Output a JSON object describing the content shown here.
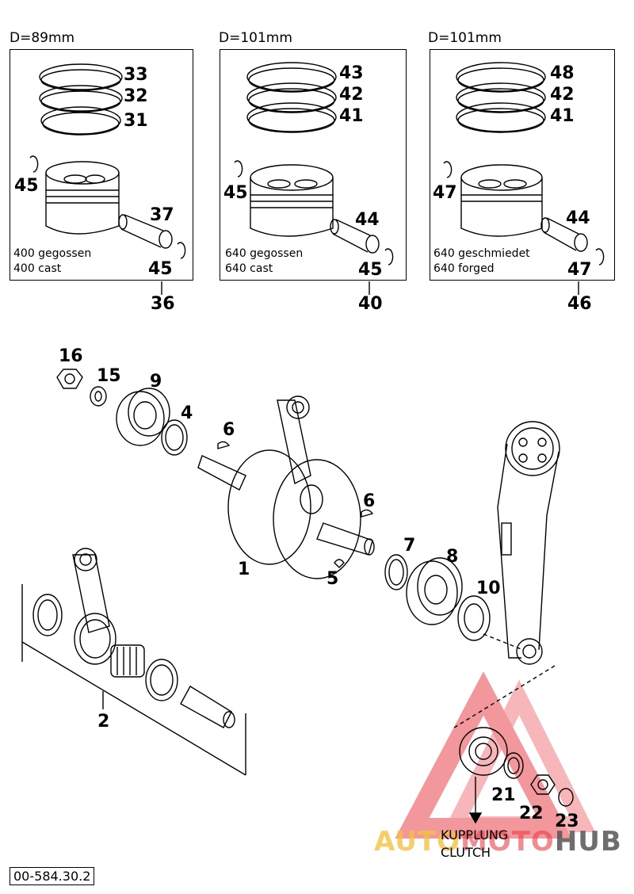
{
  "ref_code": "00-584.30.2",
  "kits": [
    {
      "dimension": "D=89mm",
      "label_de": "400 gegossen",
      "label_en": "400 cast",
      "rings": [
        "33",
        "32",
        "31"
      ],
      "clip": "45",
      "pin": "37",
      "clip2": "45",
      "kit_no": "36"
    },
    {
      "dimension": "D=101mm",
      "label_de": "640 gegossen",
      "label_en": "640 cast",
      "rings": [
        "43",
        "42",
        "41"
      ],
      "clip": "45",
      "pin": "44",
      "clip2": "45",
      "kit_no": "40"
    },
    {
      "dimension": "D=101mm",
      "label_de": "640 geschmiedet",
      "label_en": "640 forged",
      "rings": [
        "48",
        "42",
        "41"
      ],
      "clip": "47",
      "pin": "44",
      "clip2": "47",
      "kit_no": "46"
    }
  ],
  "parts": {
    "p16": "16",
    "p15": "15",
    "p9": "9",
    "p4": "4",
    "p6a": "6",
    "p6b": "6",
    "p1": "1",
    "p5": "5",
    "p7": "7",
    "p8": "8",
    "p10": "10",
    "p2": "2",
    "p21": "21",
    "p22": "22",
    "p23": "23"
  },
  "clutch": {
    "de": "KUPPLUNG",
    "en": "CLUTCH"
  },
  "watermark": {
    "part1": "AUTO",
    "part2": "MOTO",
    "part3": "HUB",
    "color_a": "#f5c243",
    "color_b": "#e8434a",
    "color_c": "#555555"
  }
}
